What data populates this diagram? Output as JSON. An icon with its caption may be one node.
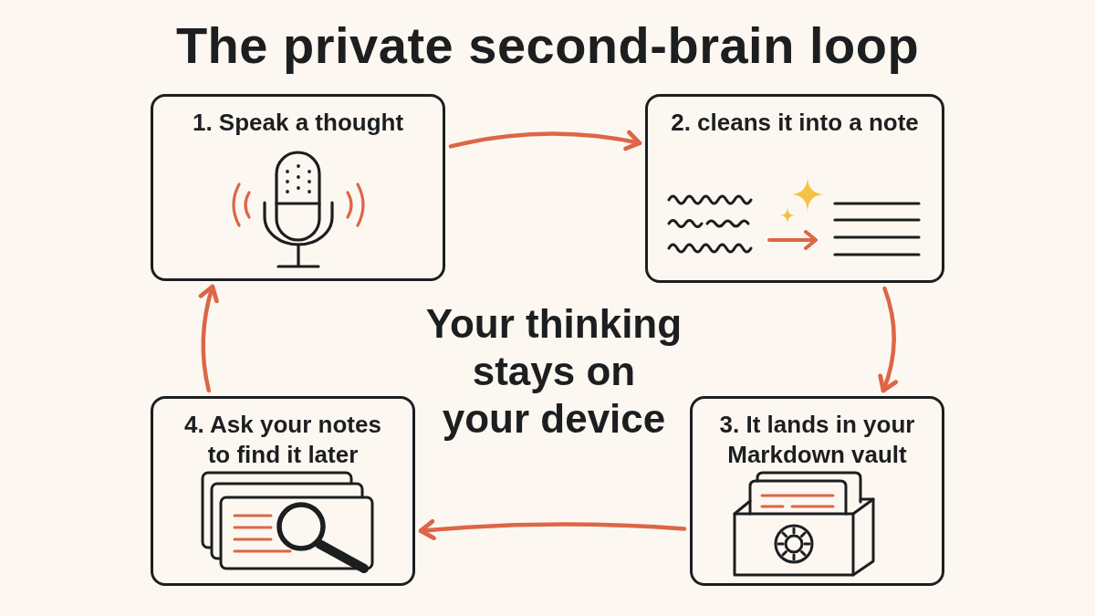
{
  "diagram": {
    "title": "The private second-brain loop",
    "nodes": [
      {
        "text": [
          "1. Speak a thought"
        ]
      },
      {
        "text": [
          "2. cleans it into a note"
        ]
      },
      {
        "text": [
          "3. It lands in your Markdown vault"
        ]
      },
      {
        "text": [
          "4. Ask your notes to find it later"
        ]
      }
    ],
    "edges": [
      {
        "from": 0,
        "to": 1,
        "arrow": "to"
      },
      {
        "from": 1,
        "to": 2,
        "arrow": "to"
      },
      {
        "from": 2,
        "to": 3,
        "arrow": "to"
      },
      {
        "from": 3,
        "to": 0,
        "arrow": "to"
      }
    ],
    "labels": [
      "Your thinking stays on your device"
    ]
  }
}
